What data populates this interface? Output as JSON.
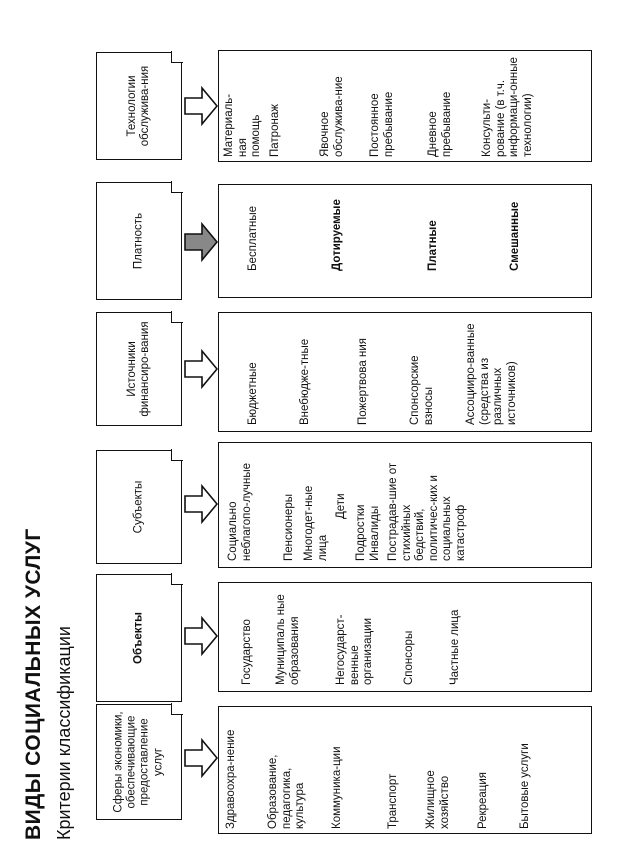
{
  "title": "ВИДЫ СОЦИАЛЬНЫХ УСЛУГ",
  "subtitle": "Критерии классификации",
  "criteria": [
    {
      "label": "Технологии обслужива-ния",
      "items": [
        "Материаль-ная помощь",
        "Патронаж",
        "Явочное обслужива-ние",
        "Постоянное пребывание",
        "Дневное пребывание",
        "Консульти-рование (в т.ч. информаци-онные технологии)"
      ]
    },
    {
      "label": "Платность",
      "items": [
        "Бесплатные",
        "Дотируемые",
        "Платные",
        "Смешанные"
      ]
    },
    {
      "label": "Источники финансиро-вания",
      "items": [
        "Бюджетные",
        "Внебюдже-тные",
        "Пожертвова ния",
        "Спонсорские взносы",
        "Ассоцииро-ванные (средства из различных источников)"
      ]
    },
    {
      "label": "Субъекты",
      "items": [
        "Социально неблагопо-лучные",
        "Пенсионеры",
        "Многодет-ные лица",
        "Дети",
        "Подростки",
        "Инвалиды",
        "Пострадав-шие от стихийных бедствий, политичес-ких и социальных катастроф"
      ]
    },
    {
      "label": "Объекты",
      "items": [
        "Государство",
        "Муниципаль ные образования",
        "Негосударст-венные организации",
        "Спонсоры",
        "Частные лица"
      ]
    },
    {
      "label": "Сферы экономики, обеспечивающие предоставление услуг",
      "items": [
        "Здравоохра-нение",
        "Образование, педагогика, культура",
        "Коммуника-ции",
        "Транспорт",
        "Жилищное хозяйство",
        "Рекреация",
        "Бытовые услуги"
      ]
    }
  ]
}
